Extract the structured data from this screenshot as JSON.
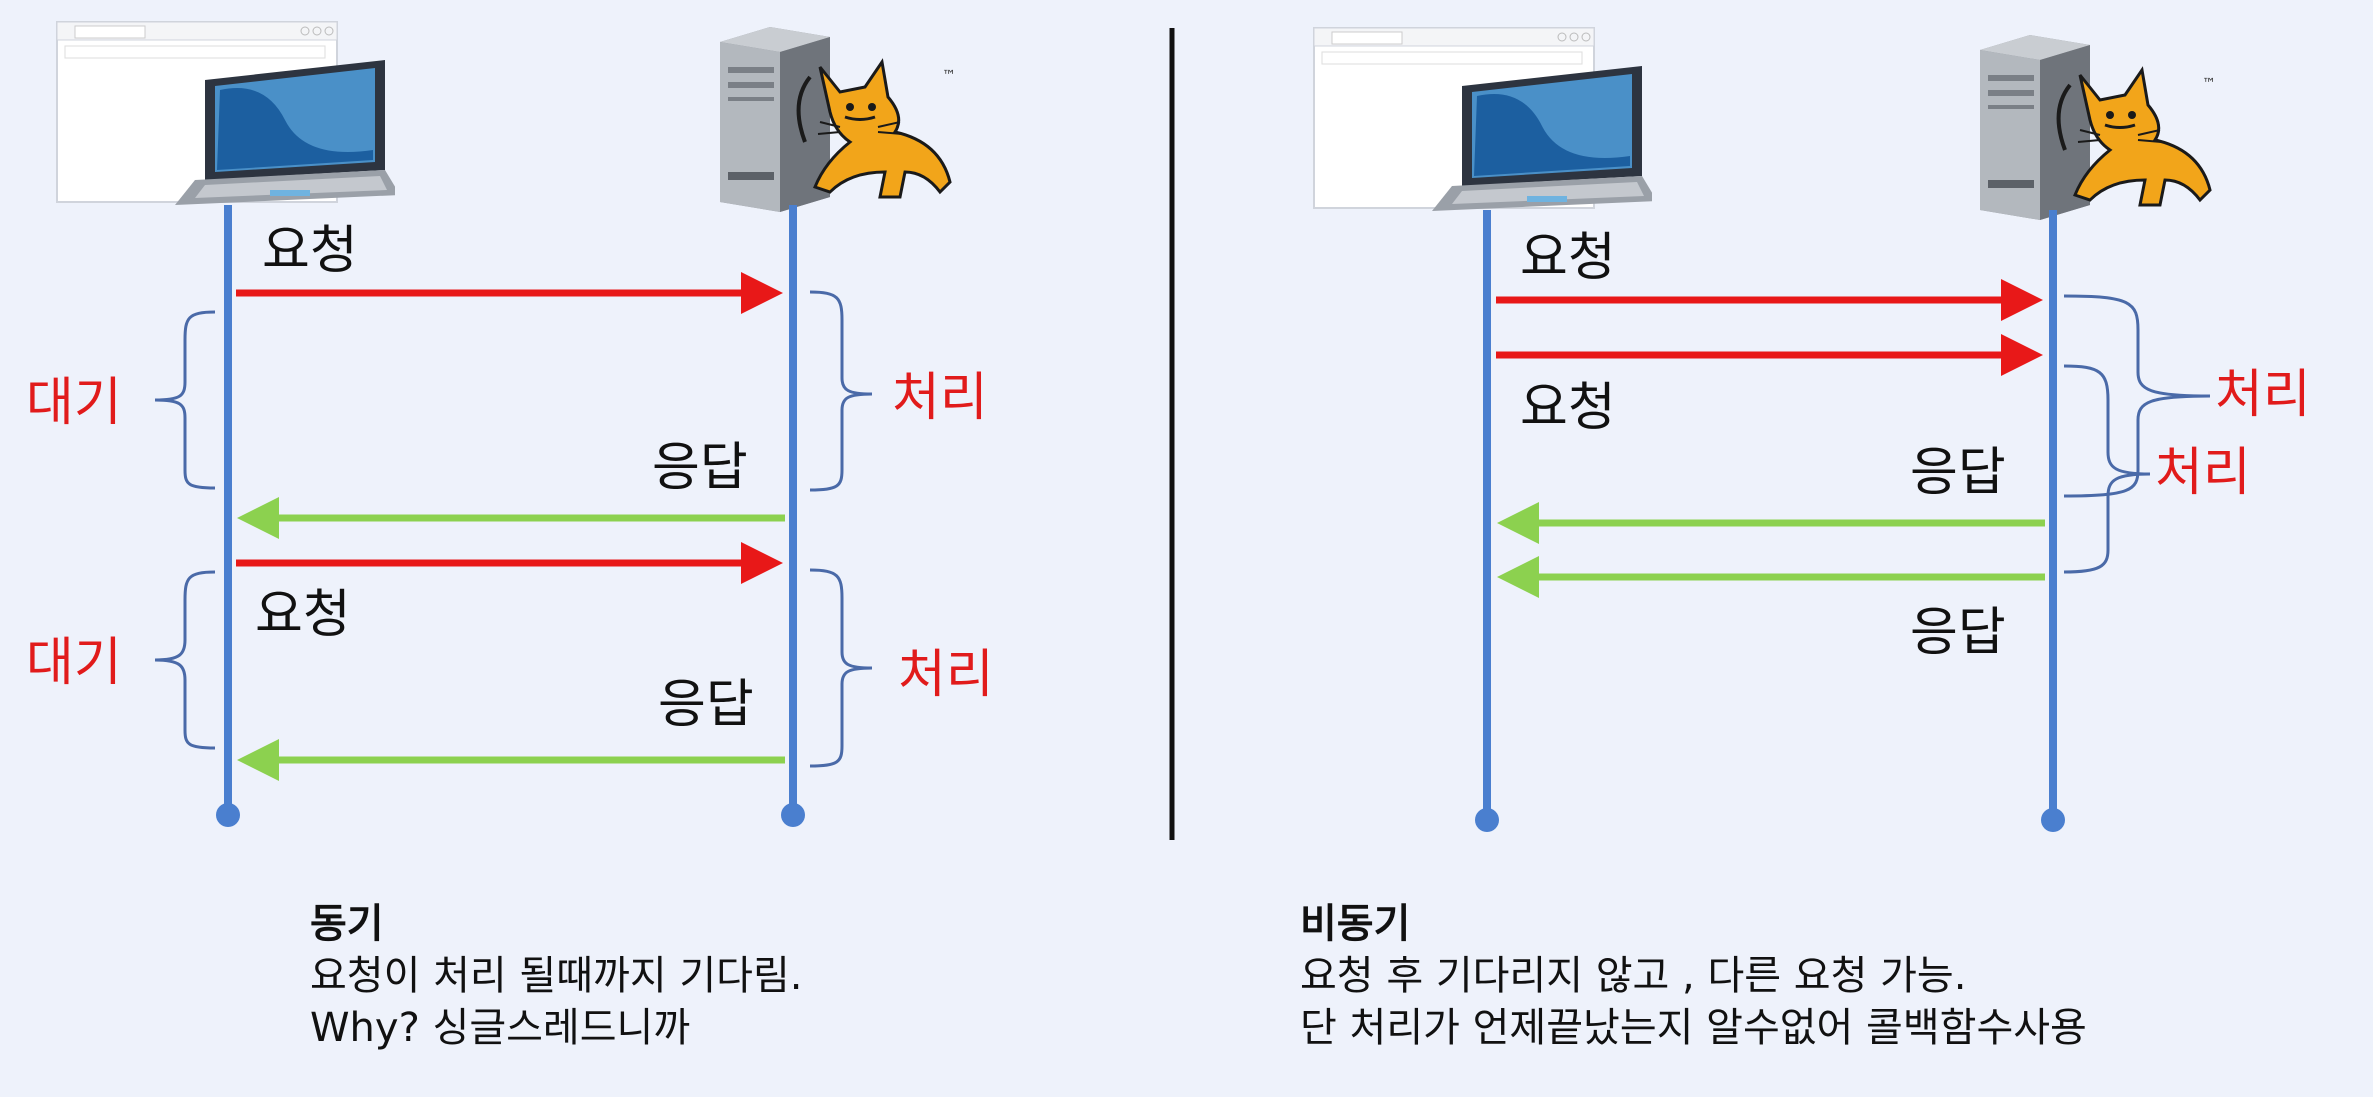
{
  "colors": {
    "timeline": "#4a7fcf",
    "request_arrow": "#e81818",
    "response_arrow": "#8cd14f",
    "brace": "#4a6aa8",
    "side_label": "#e11b1b",
    "text": "#111111"
  },
  "icons": {
    "client": "laptop-browser-icon",
    "server": "server-tower-icon",
    "mascot": "tomcat-cat-icon"
  },
  "sync": {
    "req1": "요청",
    "res1": "응답",
    "req2": "요청",
    "res2": "응답",
    "wait1": "대기",
    "wait2": "대기",
    "proc1": "처리",
    "proc2": "처리",
    "caption": {
      "title": "동기",
      "line1": "요청이 처리 될때까지 기다림.",
      "line2": "Why? 싱글스레드니까"
    }
  },
  "async": {
    "req1": "요청",
    "req2": "요청",
    "res1": "응답",
    "res2": "응답",
    "proc1": "처리",
    "proc2": "처리",
    "caption": {
      "title": "비동기",
      "line1": "요청 후 기다리지 않고 , 다른 요청 가능.",
      "line2": "단 처리가 언제끝났는지 알수없어 콜백함수사용"
    }
  }
}
